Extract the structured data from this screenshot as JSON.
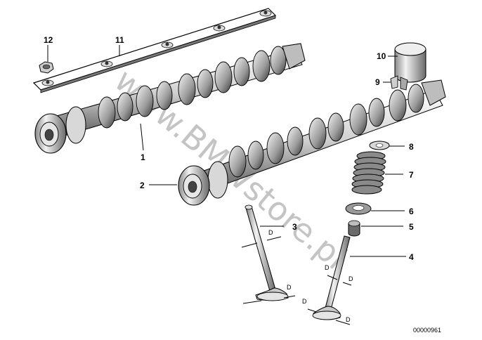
{
  "callouts": [
    {
      "id": "1",
      "label": "1"
    },
    {
      "id": "2",
      "label": "2"
    },
    {
      "id": "3",
      "label": "3"
    },
    {
      "id": "4",
      "label": "4"
    },
    {
      "id": "5",
      "label": "5"
    },
    {
      "id": "6",
      "label": "6"
    },
    {
      "id": "7",
      "label": "7"
    },
    {
      "id": "8",
      "label": "8"
    },
    {
      "id": "9",
      "label": "9"
    },
    {
      "id": "10",
      "label": "10"
    },
    {
      "id": "11",
      "label": "11"
    },
    {
      "id": "12",
      "label": "12"
    }
  ],
  "dimension_label": "D",
  "watermark": "www.BMWstore.pl",
  "document_number": "00000961"
}
